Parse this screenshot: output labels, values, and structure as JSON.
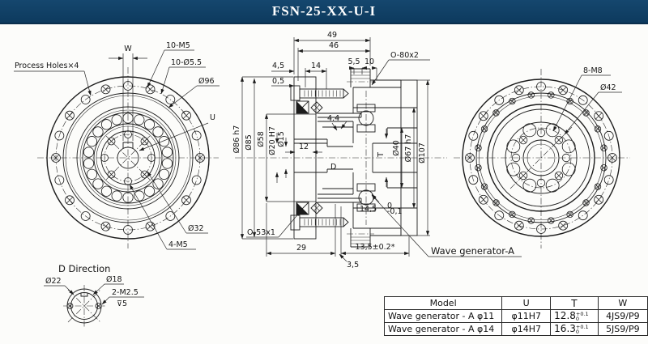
{
  "title": "FSN-25-XX-U-I",
  "front": {
    "process_holes": "Process Holes×4",
    "w": "W",
    "m5_10": "10-M5",
    "dia55_10": "10-Ø5.5",
    "dia96": "Ø96",
    "u": "U",
    "dia32": "Ø32",
    "m5_4": "4-M5"
  },
  "section": {
    "d49": "49",
    "d46": "46",
    "d4_5": "4,5",
    "d0_5": "0,5",
    "d14": "14",
    "d5_5": "5,5",
    "d10": "10",
    "oring_top": "O-80x2",
    "dia86": "Ø86 h7",
    "dia85": "Ø85",
    "dia58": "Ø58",
    "dia20": "Ø20 H7",
    "dia15": "Ø15",
    "d12": "12",
    "t": "T",
    "dia40": "Ø40",
    "dia67": "Ø67 h7",
    "dia107": "Ø107",
    "d14_5": "14,5",
    "d14_5_up": "0",
    "d14_5_dn": "-0,1",
    "d4_4": "4.4",
    "d_label": "D",
    "d29": "29",
    "d3_5": "3,5",
    "d13_5": "13,5±0.2*",
    "oring_bottom": "O-53x1",
    "wave_gen": "Wave generator-A"
  },
  "rear": {
    "m8_8": "8-M8",
    "dia42": "Ø42"
  },
  "detail": {
    "title": "D Direction",
    "dia22": "Ø22",
    "dia18": "Ø18",
    "m2_5": "2-M2.5",
    "depth": "⊽5"
  },
  "table": {
    "headers": [
      "Model",
      "U",
      "T",
      "W"
    ],
    "rows": [
      {
        "model": "Wave generator - A φ11",
        "u": "φ11H7",
        "t": "12.8",
        "t_up": "+0.1",
        "t_dn": "0",
        "w": "4JS9/P9"
      },
      {
        "model": "Wave generator - A φ14",
        "u": "φ14H7",
        "t": "16.3",
        "t_up": "+0.1",
        "t_dn": "0",
        "w": "5JS9/P9"
      }
    ]
  }
}
